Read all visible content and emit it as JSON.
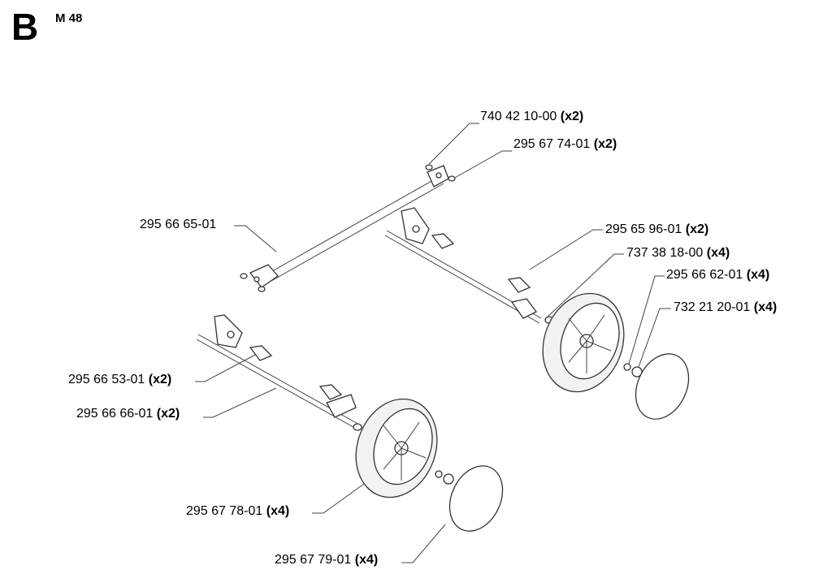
{
  "header": {
    "section": "B",
    "model": "M 48"
  },
  "parts": [
    {
      "id": "p1",
      "number": "740 42 10-00",
      "qty": "(x2)"
    },
    {
      "id": "p2",
      "number": "295 67 74-01",
      "qty": "(x2)"
    },
    {
      "id": "p3",
      "number": "295 66 65-01",
      "qty": ""
    },
    {
      "id": "p4",
      "number": "295 65 96-01",
      "qty": "(x2)"
    },
    {
      "id": "p5",
      "number": "737 38 18-00",
      "qty": "(x4)"
    },
    {
      "id": "p6",
      "number": "295 66 62-01",
      "qty": "(x4)"
    },
    {
      "id": "p7",
      "number": "732 21 20-01",
      "qty": "(x4)"
    },
    {
      "id": "p8",
      "number": "295 66 53-01",
      "qty": "(x2)"
    },
    {
      "id": "p9",
      "number": "295 66 66-01",
      "qty": "(x2)"
    },
    {
      "id": "p10",
      "number": "295 67 78-01",
      "qty": "(x4)"
    },
    {
      "id": "p11",
      "number": "295 67 79-01",
      "qty": "(x4)"
    }
  ]
}
